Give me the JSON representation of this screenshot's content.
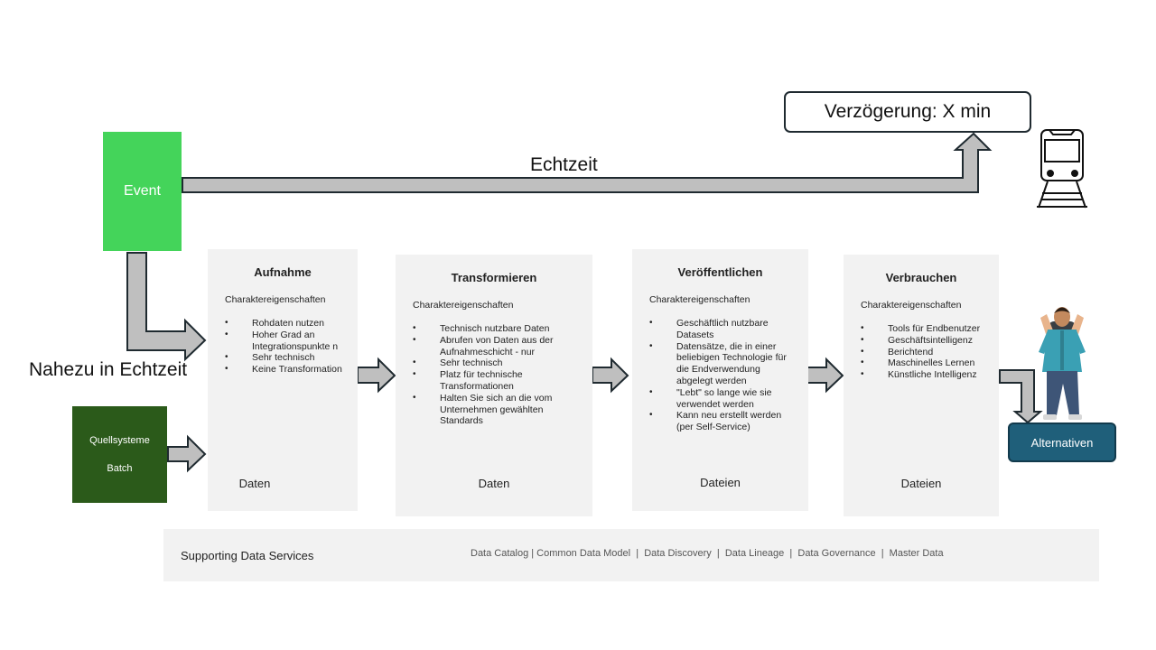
{
  "event": {
    "label": "Event",
    "color": "#44d45a"
  },
  "realtime": {
    "label": "Echtzeit"
  },
  "near_realtime": {
    "label": "Nahezu in Echtzeit"
  },
  "delay": {
    "label": "Verzögerung: X min"
  },
  "source": {
    "line1": "Quellsysteme",
    "line2": "Batch",
    "color": "#2b5a1a"
  },
  "stages": [
    {
      "title": "Aufnahme",
      "subtitle": "Charaktereigenschaften",
      "items": [
        "Rohdaten nutzen",
        "Hoher Grad an Integrationspunkte n",
        "Sehr technisch",
        "Keine Transformation"
      ],
      "footer": "Daten"
    },
    {
      "title": "Transformieren",
      "subtitle": "Charaktereigenschaften",
      "items": [
        "Technisch nutzbare Daten",
        "Abrufen von Daten aus der Aufnahmeschicht - nur",
        "Sehr technisch",
        "Platz für technische Transformationen",
        "Halten Sie sich an die vom Unternehmen gewählten Standards"
      ],
      "footer": "Daten"
    },
    {
      "title": "Veröffentlichen",
      "subtitle": "Charaktereigenschaften",
      "items": [
        "Geschäftlich nutzbare Datasets",
        "Datensätze, die in einer beliebigen Technologie für die Endverwendung abgelegt werden",
        "\"Lebt\" so lange wie sie verwendet werden",
        "Kann neu erstellt werden (per Self-Service)"
      ],
      "footer": "Dateien"
    },
    {
      "title": "Verbrauchen",
      "subtitle": "Charaktereigenschaften",
      "items": [
        "Tools für Endbenutzer",
        "Geschäftsintelligenz",
        "Berichtend",
        "Maschinelles Lernen",
        "Künstliche Intelligenz"
      ],
      "footer": "Dateien"
    }
  ],
  "alternatives": {
    "label": "Alternativen",
    "color": "#1f5f7a"
  },
  "supporting": {
    "title": "Supporting Data Services",
    "services": "Data Catalog | Common Data Model  |  Data Discovery  |  Data Lineage  |  Data Governance  |  Master Data"
  },
  "colors": {
    "arrow_fill": "#bfbfbf",
    "arrow_stroke": "#1f2a30",
    "panel": "#f2f2f2"
  },
  "icons": {
    "train": "train-icon",
    "person": "person-illustration"
  }
}
